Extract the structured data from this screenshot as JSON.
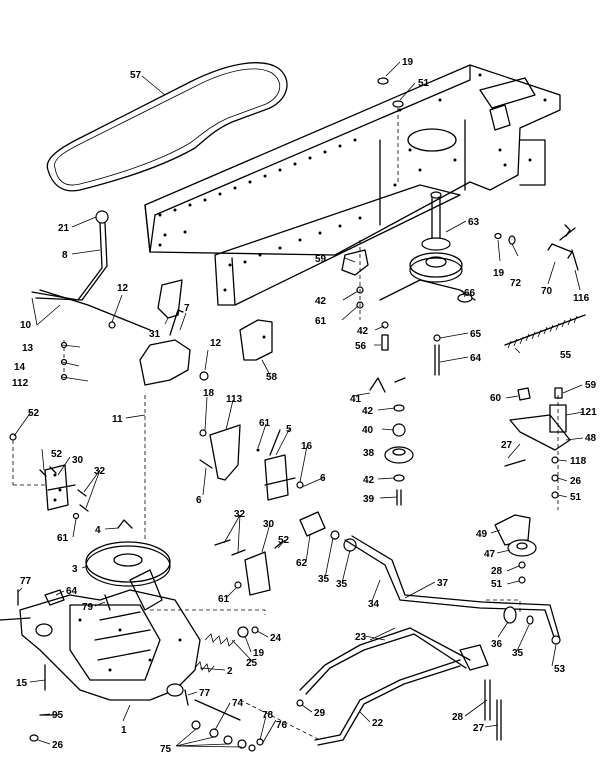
{
  "callouts": [
    {
      "id": "c57",
      "label": "57"
    },
    {
      "id": "c19a",
      "label": "19"
    },
    {
      "id": "c51a",
      "label": "51"
    },
    {
      "id": "c21",
      "label": "21"
    },
    {
      "id": "c8",
      "label": "8"
    },
    {
      "id": "c63",
      "label": "63"
    },
    {
      "id": "c19b",
      "label": "19"
    },
    {
      "id": "c72",
      "label": "72"
    },
    {
      "id": "c70",
      "label": "70"
    },
    {
      "id": "c116",
      "label": "116"
    },
    {
      "id": "c59a",
      "label": "59"
    },
    {
      "id": "c42a",
      "label": "42"
    },
    {
      "id": "c61a",
      "label": "61"
    },
    {
      "id": "c42b",
      "label": "42"
    },
    {
      "id": "c56",
      "label": "56"
    },
    {
      "id": "c66",
      "label": "66"
    },
    {
      "id": "c65",
      "label": "65"
    },
    {
      "id": "c64a",
      "label": "64"
    },
    {
      "id": "c55",
      "label": "55"
    },
    {
      "id": "c10",
      "label": "10"
    },
    {
      "id": "c12a",
      "label": "12"
    },
    {
      "id": "c31",
      "label": "31"
    },
    {
      "id": "c7",
      "label": "7"
    },
    {
      "id": "c12b",
      "label": "12"
    },
    {
      "id": "c58",
      "label": "58"
    },
    {
      "id": "c13",
      "label": "13"
    },
    {
      "id": "c14",
      "label": "14"
    },
    {
      "id": "c112",
      "label": "112"
    },
    {
      "id": "c11",
      "label": "11"
    },
    {
      "id": "c52a",
      "label": "52"
    },
    {
      "id": "c52b",
      "label": "52"
    },
    {
      "id": "c30a",
      "label": "30"
    },
    {
      "id": "c32a",
      "label": "32"
    },
    {
      "id": "c61b",
      "label": "61"
    },
    {
      "id": "c18",
      "label": "18"
    },
    {
      "id": "c113",
      "label": "113"
    },
    {
      "id": "c61c",
      "label": "61"
    },
    {
      "id": "c5",
      "label": "5"
    },
    {
      "id": "c16",
      "label": "16"
    },
    {
      "id": "c6a",
      "label": "6"
    },
    {
      "id": "c6b",
      "label": "6"
    },
    {
      "id": "c41",
      "label": "41"
    },
    {
      "id": "c42c",
      "label": "42"
    },
    {
      "id": "c40",
      "label": "40"
    },
    {
      "id": "c38",
      "label": "38"
    },
    {
      "id": "c42d",
      "label": "42"
    },
    {
      "id": "c39",
      "label": "39"
    },
    {
      "id": "c60",
      "label": "60"
    },
    {
      "id": "c59b",
      "label": "59"
    },
    {
      "id": "c121",
      "label": "121"
    },
    {
      "id": "c48a",
      "label": "48"
    },
    {
      "id": "c27a",
      "label": "27"
    },
    {
      "id": "c118",
      "label": "118"
    },
    {
      "id": "c26a",
      "label": "26"
    },
    {
      "id": "c51b",
      "label": "51"
    },
    {
      "id": "c4",
      "label": "4"
    },
    {
      "id": "c3",
      "label": "3"
    },
    {
      "id": "c32b",
      "label": "32"
    },
    {
      "id": "c30b",
      "label": "30"
    },
    {
      "id": "c52c",
      "label": "52"
    },
    {
      "id": "c62",
      "label": "62"
    },
    {
      "id": "c35a",
      "label": "35"
    },
    {
      "id": "c35b",
      "label": "35"
    },
    {
      "id": "c61d",
      "label": "61"
    },
    {
      "id": "c37",
      "label": "37"
    },
    {
      "id": "c34",
      "label": "34"
    },
    {
      "id": "c49",
      "label": "49"
    },
    {
      "id": "c47",
      "label": "47"
    },
    {
      "id": "c28a",
      "label": "28"
    },
    {
      "id": "c51c",
      "label": "51"
    },
    {
      "id": "c77a",
      "label": "77"
    },
    {
      "id": "c64b",
      "label": "64"
    },
    {
      "id": "c79",
      "label": "79"
    },
    {
      "id": "c25",
      "label": "25"
    },
    {
      "id": "c24",
      "label": "24"
    },
    {
      "id": "c19c",
      "label": "19"
    },
    {
      "id": "c2",
      "label": "2"
    },
    {
      "id": "c15",
      "label": "15"
    },
    {
      "id": "c77b",
      "label": "77"
    },
    {
      "id": "c74",
      "label": "74"
    },
    {
      "id": "c95",
      "label": "95"
    },
    {
      "id": "c1",
      "label": "1"
    },
    {
      "id": "c26b",
      "label": "26"
    },
    {
      "id": "c78",
      "label": "78"
    },
    {
      "id": "c76a",
      "label": "76"
    },
    {
      "id": "c75",
      "label": "75"
    },
    {
      "id": "c23",
      "label": "23"
    },
    {
      "id": "c29",
      "label": "29"
    },
    {
      "id": "c22",
      "label": "22"
    },
    {
      "id": "c36",
      "label": "36"
    },
    {
      "id": "c35c",
      "label": "35"
    },
    {
      "id": "c53",
      "label": "53"
    },
    {
      "id": "c28b",
      "label": "28"
    },
    {
      "id": "c27b",
      "label": "27"
    }
  ]
}
